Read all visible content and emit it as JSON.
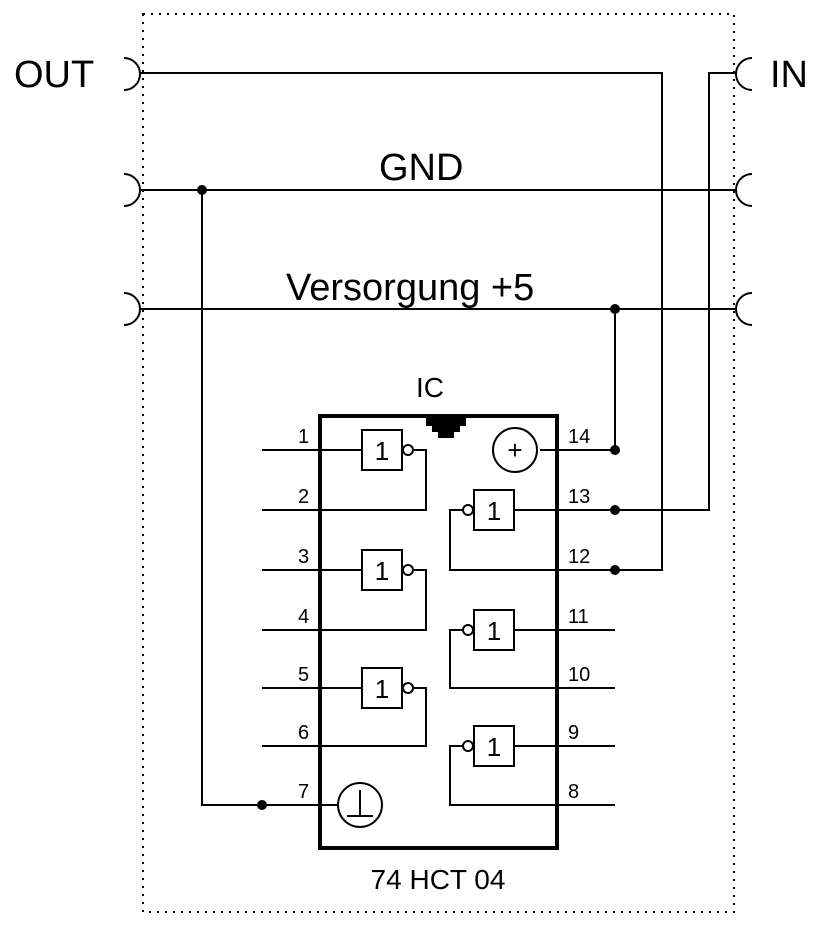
{
  "connectors": {
    "out_label": "OUT",
    "in_label": "IN"
  },
  "nets": {
    "gnd_label": "GND",
    "supply_label": "Versorgung +5"
  },
  "ic": {
    "ref_label": "IC",
    "part_label": "74 HCT 04",
    "gate_symbol": "1",
    "pins_left": [
      "1",
      "2",
      "3",
      "4",
      "5",
      "6",
      "7"
    ],
    "pins_right": [
      "14",
      "13",
      "12",
      "11",
      "10",
      "9",
      "8"
    ],
    "power_symbol": "+"
  }
}
